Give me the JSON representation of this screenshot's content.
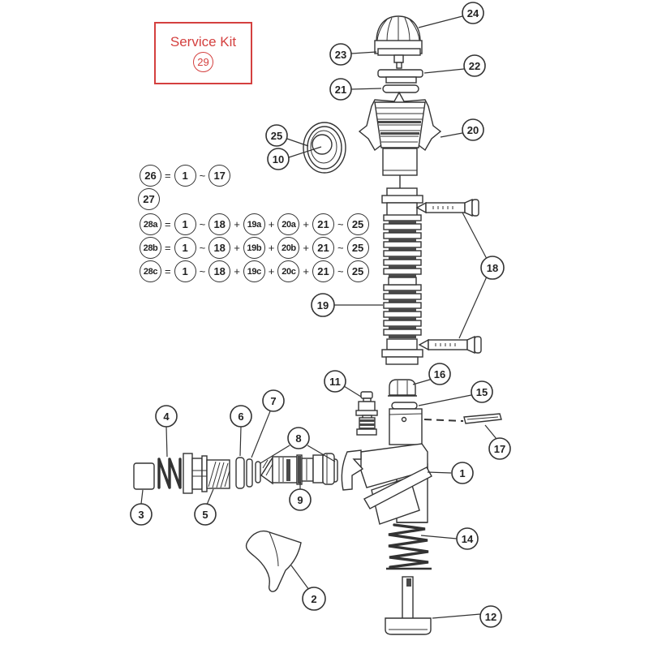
{
  "service_kit": {
    "title": "Service Kit",
    "part_number": "29"
  },
  "formulas": [
    {
      "id": "26",
      "tokens": [
        {
          "c": "26"
        },
        {
          "o": "="
        },
        {
          "c": "1"
        },
        {
          "o": "~"
        },
        {
          "c": "17"
        }
      ]
    },
    {
      "id": "27",
      "tokens": [
        {
          "c": "27"
        }
      ]
    },
    {
      "id": "28a",
      "tokens": [
        {
          "c": "28a"
        },
        {
          "o": "="
        },
        {
          "c": "1"
        },
        {
          "o": "~"
        },
        {
          "c": "18"
        },
        {
          "o": "+"
        },
        {
          "c": "19a"
        },
        {
          "o": "+"
        },
        {
          "c": "20a"
        },
        {
          "o": "+"
        },
        {
          "c": "21"
        },
        {
          "o": "~"
        },
        {
          "c": "25"
        }
      ]
    },
    {
      "id": "28b",
      "tokens": [
        {
          "c": "28b"
        },
        {
          "o": "="
        },
        {
          "c": "1"
        },
        {
          "o": "~"
        },
        {
          "c": "18"
        },
        {
          "o": "+"
        },
        {
          "c": "19b"
        },
        {
          "o": "+"
        },
        {
          "c": "20b"
        },
        {
          "o": "+"
        },
        {
          "c": "21"
        },
        {
          "o": "~"
        },
        {
          "c": "25"
        }
      ]
    },
    {
      "id": "28c",
      "tokens": [
        {
          "c": "28c"
        },
        {
          "o": "="
        },
        {
          "c": "1"
        },
        {
          "o": "~"
        },
        {
          "c": "18"
        },
        {
          "o": "+"
        },
        {
          "c": "19c"
        },
        {
          "o": "+"
        },
        {
          "c": "20c"
        },
        {
          "o": "+"
        },
        {
          "c": "21"
        },
        {
          "o": "~"
        },
        {
          "c": "25"
        }
      ]
    }
  ],
  "callouts": {
    "c1": "1",
    "c2": "2",
    "c3": "3",
    "c4": "4",
    "c5": "5",
    "c6": "6",
    "c7": "7",
    "c8": "8",
    "c9": "9",
    "c10": "10",
    "c11": "11",
    "c12": "12",
    "c14": "14",
    "c15": "15",
    "c16": "16",
    "c17": "17",
    "c18": "18",
    "c19": "19",
    "c20": "20",
    "c21": "21",
    "c22": "22",
    "c23": "23",
    "c24": "24",
    "c25": "25"
  },
  "colors": {
    "red_accent": "#d4403f",
    "ink": "#333333",
    "dark_fill": "#4a4a4a",
    "background": "#ffffff"
  }
}
